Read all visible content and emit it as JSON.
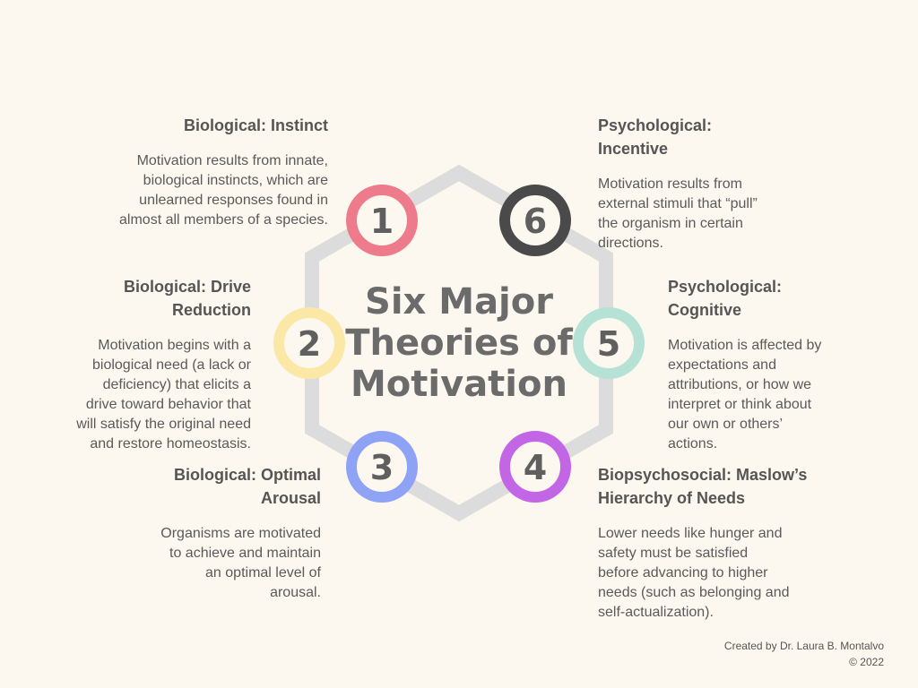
{
  "title_lines": [
    "Six Major",
    "Theories of",
    "Motivation"
  ],
  "nodes": [
    {
      "number": "1",
      "color": "#ed7b8b"
    },
    {
      "number": "2",
      "color": "#fbe7a6"
    },
    {
      "number": "3",
      "color": "#8ea3f5"
    },
    {
      "number": "4",
      "color": "#c266e6"
    },
    {
      "number": "5",
      "color": "#b6e2d5"
    },
    {
      "number": "6",
      "color": "#4a4a4a"
    }
  ],
  "theories": [
    {
      "heading": "Biological: Instinct",
      "lines": [
        "Motivation results from innate,",
        "biological instincts, which are",
        "unlearned responses found in",
        "almost all members of a species."
      ]
    },
    {
      "heading": "Biological: Drive Reduction",
      "lines": [
        "Motivation begins with a",
        "biological need (a lack or",
        "deficiency) that elicits a",
        "drive toward behavior that",
        "will satisfy the original need",
        "and restore homeostasis."
      ]
    },
    {
      "heading": "Biological: Optimal Arousal",
      "lines": [
        "Organisms are motivated",
        "to achieve and maintain",
        "an optimal level of",
        "arousal."
      ]
    },
    {
      "heading": "Biopsychosocial: Maslow’s Hierarchy of Needs",
      "lines": [
        "Lower needs like hunger and",
        "safety must be satisfied",
        "before advancing to higher",
        "needs (such as belonging and",
        "self-actualization)."
      ]
    },
    {
      "heading": "Psychological: Cognitive",
      "lines": [
        "Motivation is affected by",
        "expectations and",
        "attributions, or how we",
        "interpret or think about",
        "our own or others’",
        "actions."
      ]
    },
    {
      "heading": "Psychological: Incentive",
      "lines": [
        "Motivation results from",
        "external stimuli that “pull”",
        "the organism in certain",
        "directions."
      ]
    }
  ],
  "credit": {
    "line1": "Created by Dr. Laura B. Montalvo",
    "line2": "© 2022"
  },
  "colors": {
    "background": "#fdf8ef",
    "hexagon": "#dcdcdc",
    "text": "#555555"
  }
}
